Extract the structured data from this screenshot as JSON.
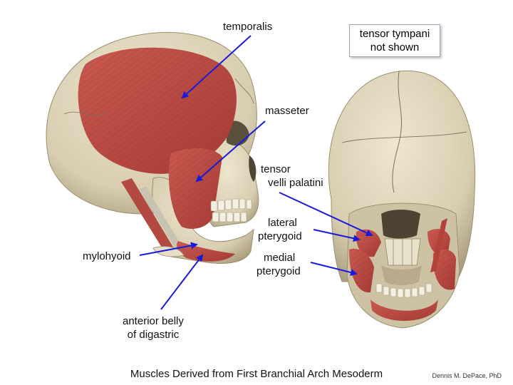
{
  "labels": {
    "temporalis": "temporalis",
    "masseter": "masseter",
    "tensor_velli_palatini": [
      "tensor",
      "velli palatini"
    ],
    "lateral_pterygoid": [
      "lateral",
      "pterygoid"
    ],
    "medial_pterygoid": [
      "medial",
      "pterygoid"
    ],
    "mylohyoid": "mylohyoid",
    "anterior_belly_digastric": [
      "anterior belly",
      "of digastric"
    ]
  },
  "note_box": [
    "tensor tympani",
    "not shown"
  ],
  "caption": "Muscles Derived from First Branchial Arch Mesoderm",
  "credit": "Dennis M. DePace, PhD",
  "colors": {
    "bone": "#ddd3b8",
    "bone_shadow": "#b9ad8e",
    "muscle": "#b5463f",
    "muscle_light": "#cc6a5e",
    "arrow": "#1a1adc"
  }
}
